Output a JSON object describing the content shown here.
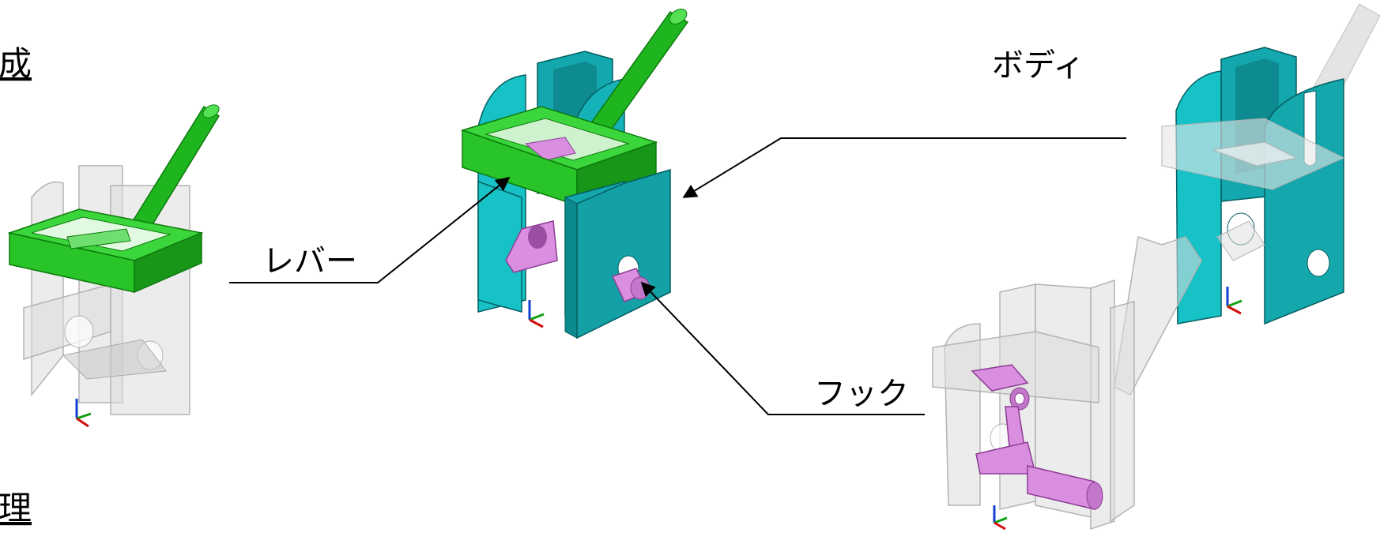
{
  "headings": {
    "structure": "構成",
    "principle": "原理"
  },
  "labels": {
    "lever": "レバー",
    "body": "ボディ",
    "hook": "フック"
  },
  "colors": {
    "lever_green": "#22c422",
    "body_cyan": "#14b8bd",
    "hook_pink": "#d98ee0",
    "ghost_gray": "#bdbdbd",
    "line": "#000000"
  }
}
